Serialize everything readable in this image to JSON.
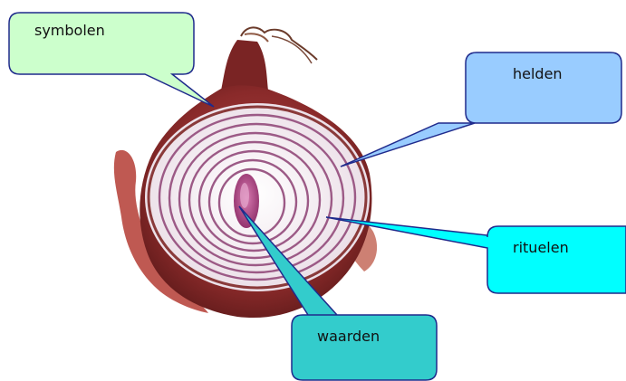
{
  "callouts": [
    {
      "id": "symbolen",
      "label": "symbolen",
      "fill": "#ccffcc"
    },
    {
      "id": "helden",
      "label": "helden",
      "fill": "#99ccff"
    },
    {
      "id": "rituelen",
      "label": "rituelen",
      "fill": "#00ffff"
    },
    {
      "id": "waarden",
      "label": "waarden",
      "fill": "#33cccc"
    }
  ],
  "colors": {
    "callout_outline": "#1f2a8c",
    "onion_skin": "#8a2a2a",
    "onion_ring_line": "#9c5a86",
    "onion_flesh": "#f4eef2",
    "onion_core": "#b54a8a"
  }
}
